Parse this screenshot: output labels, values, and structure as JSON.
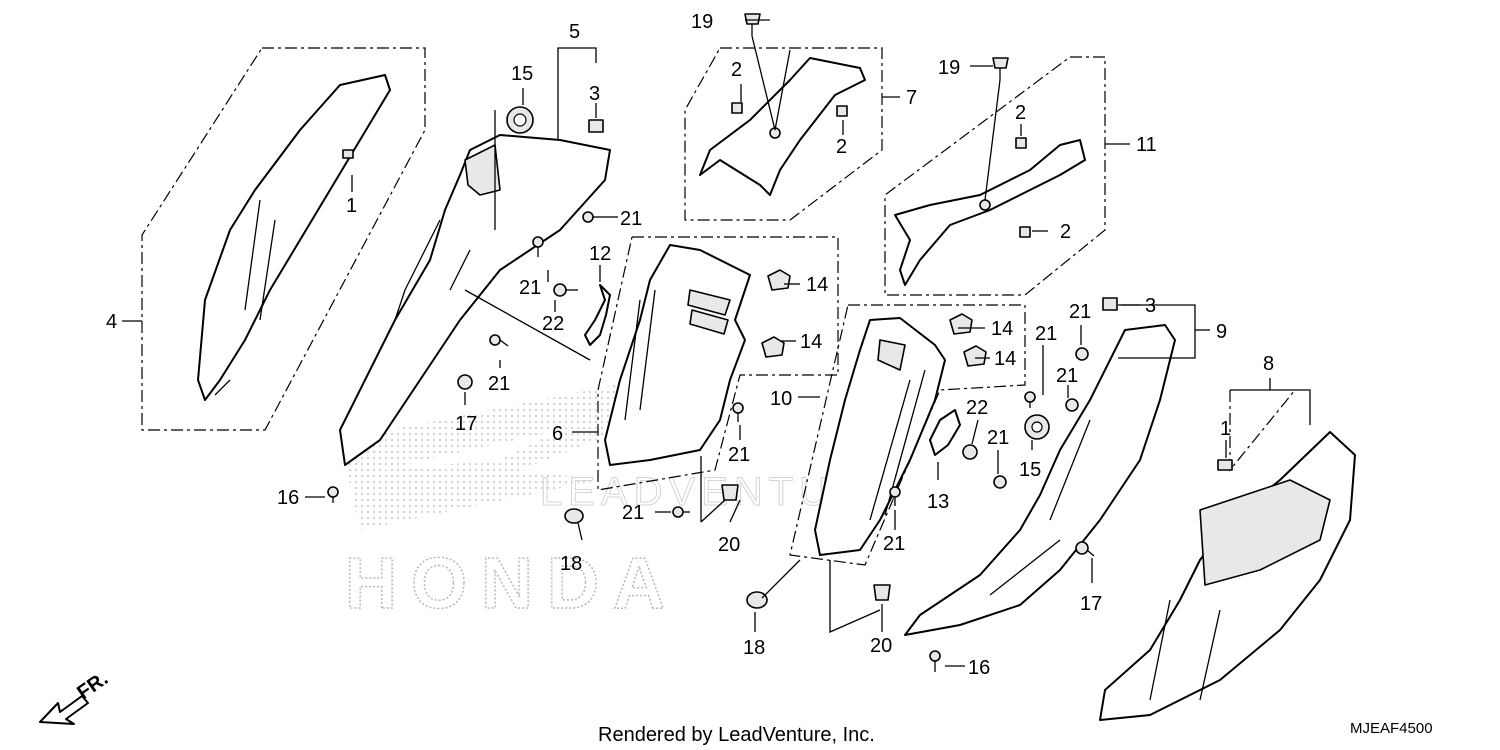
{
  "diagram": {
    "callouts": {
      "c1a": "1",
      "c1b": "1",
      "c2a": "2",
      "c2b": "2",
      "c2c": "2",
      "c2d": "2",
      "c3a": "3",
      "c3b": "3",
      "c4": "4",
      "c5": "5",
      "c6": "6",
      "c7": "7",
      "c8": "8",
      "c9": "9",
      "c10": "10",
      "c11": "11",
      "c12": "12",
      "c13": "13",
      "c14a": "14",
      "c14b": "14",
      "c14c": "14",
      "c14d": "14",
      "c15a": "15",
      "c15b": "15",
      "c16a": "16",
      "c16b": "16",
      "c17a": "17",
      "c17b": "17",
      "c18a": "18",
      "c18b": "18",
      "c19a": "19",
      "c19b": "19",
      "c20a": "20",
      "c20b": "20",
      "c21a": "21",
      "c21b": "21",
      "c21c": "21",
      "c21d": "21",
      "c21e": "21",
      "c21f": "21",
      "c21g": "21",
      "c21h": "21",
      "c21i": "21",
      "c21j": "21",
      "c22a": "22",
      "c22b": "22"
    },
    "direction_label": "FR.",
    "watermark_brand": "HONDA",
    "watermark_text": "LEADVENTURE",
    "footer": "Rendered by LeadVenture, Inc.",
    "diagram_code": "MJEAF4500"
  }
}
